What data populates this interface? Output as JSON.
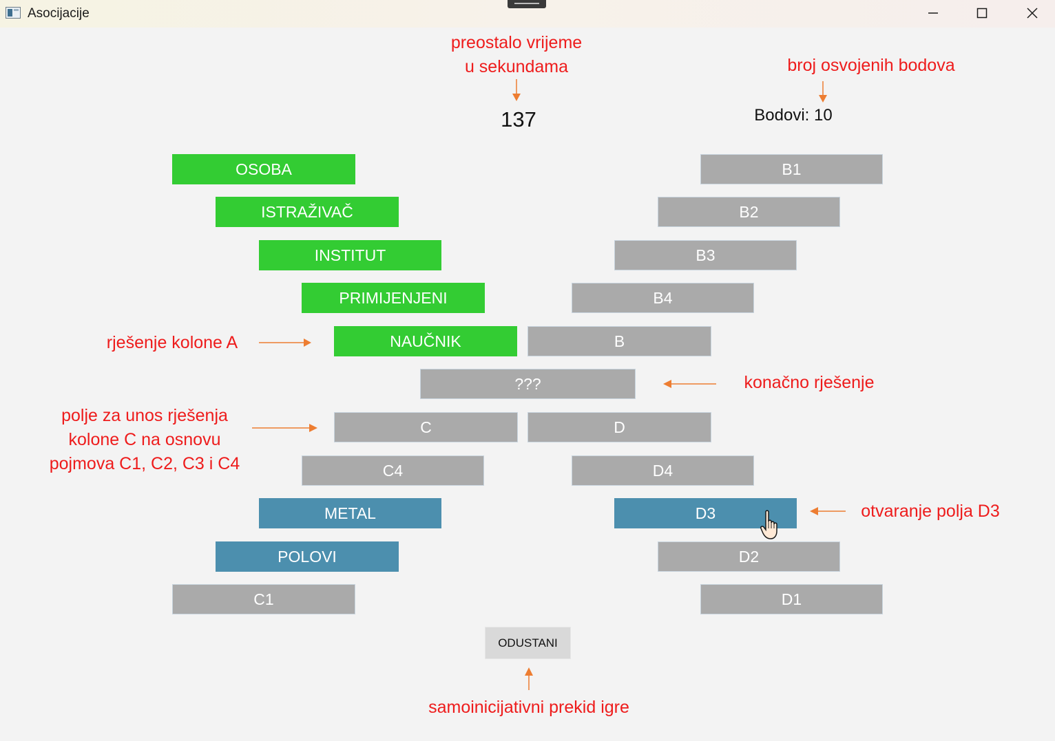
{
  "window": {
    "title": "Asocijacije"
  },
  "game": {
    "timer": "137",
    "score_label": "Bodovi:",
    "score_value": "10",
    "column_a": [
      "OSOBA",
      "ISTRAŽIVAČ",
      "INSTITUT",
      "PRIMIJENJENI"
    ],
    "solution_a": "NAUČNIK",
    "column_b": [
      "B1",
      "B2",
      "B3",
      "B4"
    ],
    "solution_b": "B",
    "final_solution": "???",
    "solution_c": "C",
    "solution_d": "D",
    "column_c": [
      "C1",
      "POLOVI",
      "METAL",
      "C4"
    ],
    "column_d": [
      "D1",
      "D2",
      "D3",
      "D4"
    ],
    "give_up_label": "ODUSTANI"
  },
  "annotations": {
    "time_line1": "preostalo vrijeme",
    "time_line2": "u sekundama",
    "points": "broj osvojenih bodova",
    "solution_a": "rješenje kolone A",
    "final": "konačno rješenje",
    "input_line1": "polje za unos rješenja",
    "input_line2": "kolone C na osnovu",
    "input_line3": "pojmova C1, C2, C3 i C4",
    "open_d3": "otvaranje polja D3",
    "give_up": "samoinicijativni prekid igre"
  },
  "colors": {
    "opened": "#33cc33",
    "closed": "#aaaaaa",
    "opened_c": "#4c8fae",
    "annotation_text": "#ee1c1c",
    "annotation_arrow": "#ed7d31"
  }
}
